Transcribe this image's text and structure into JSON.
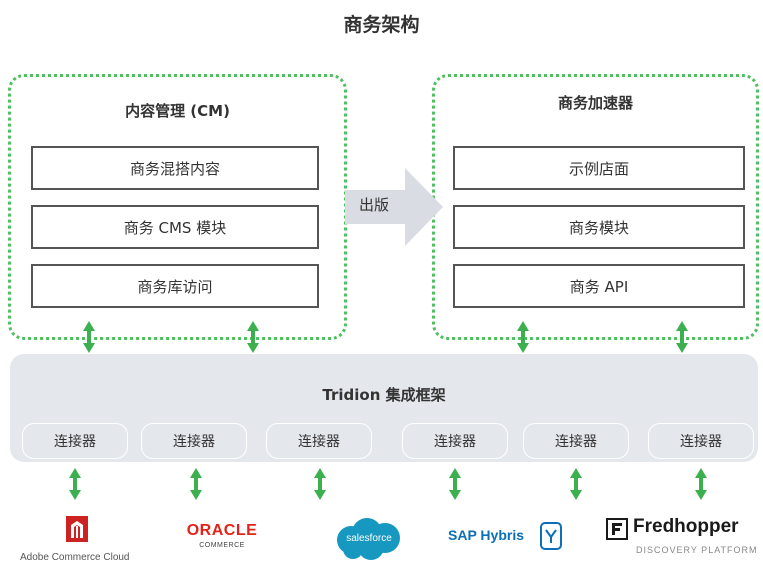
{
  "title": "商务架构",
  "left_group": {
    "title": "内容管理 (CM)",
    "items": [
      "商务混搭内容",
      "商务 CMS 模块",
      "商务库访问"
    ]
  },
  "right_group": {
    "title": "商务加速器",
    "items": [
      "示例店面",
      "商务模块",
      "商务 API"
    ]
  },
  "publish_label": "出版",
  "framework": {
    "title": "Tridion 集成框架"
  },
  "connectors": [
    "连接器",
    "连接器",
    "连接器",
    "连接器",
    "连接器",
    "连接器"
  ],
  "logos": {
    "adobe": {
      "name": "Adobe Commerce Cloud",
      "color": "#cc2222"
    },
    "oracle": {
      "name": "ORACLE",
      "sub": "COMMERCE",
      "color": "#e2231a"
    },
    "salesforce": {
      "name": "salesforce",
      "color": "#1798c1"
    },
    "sap": {
      "name": "SAP Hybris",
      "color": "#0b6fb8"
    },
    "fredhopper": {
      "name": "Fredhopper",
      "sub": "DISCOVERY PLATFORM",
      "color": "#1a1a1a"
    }
  },
  "colors": {
    "group_border": "#4fbf5f",
    "arrow": "#3cb04f",
    "framework_bg": "#e4e7ec",
    "publish_arrow": "#d9dde3"
  }
}
